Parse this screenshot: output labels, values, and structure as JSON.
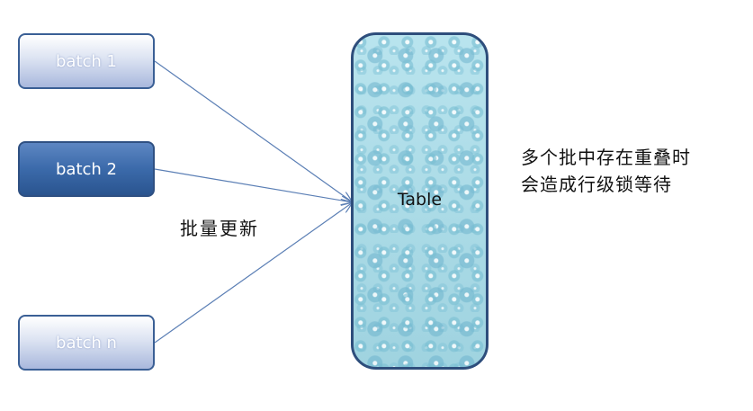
{
  "batches": [
    {
      "label": "batch 1"
    },
    {
      "label": "batch 2"
    },
    {
      "label": "batch n"
    }
  ],
  "table": {
    "label": "Table"
  },
  "edge_label": "批量更新",
  "note": {
    "line1": "多个批中存在重叠时",
    "line2": "会造成行级锁等待"
  },
  "colors": {
    "batch_border": "#3a5f95",
    "batch_highlight": "#2a548f",
    "table_fill": "#a9dbe6",
    "table_border": "#2e4e7c",
    "connector": "#5b7fb5"
  }
}
